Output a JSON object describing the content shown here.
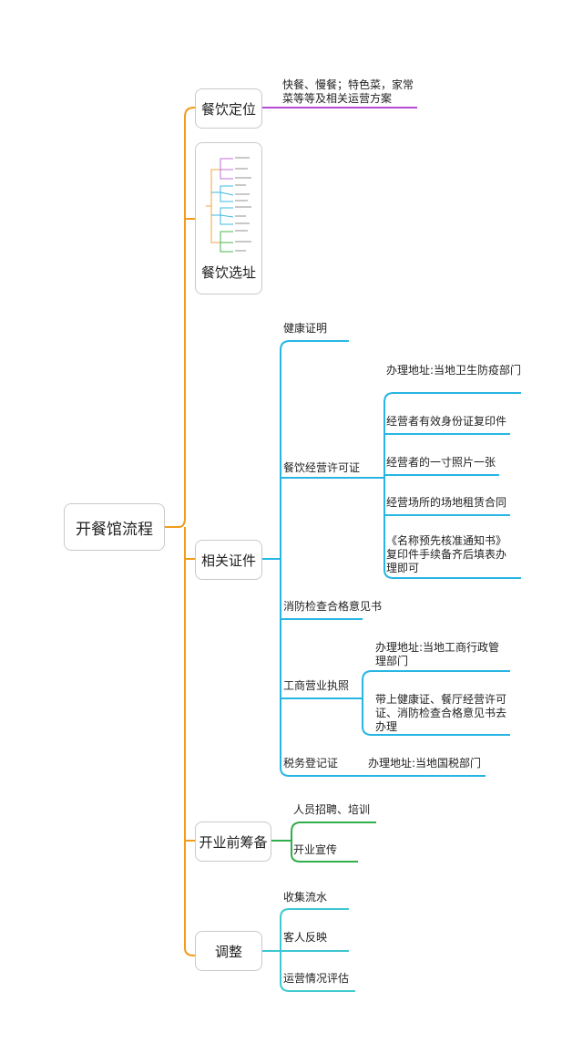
{
  "root": "开餐馆流程",
  "branches": {
    "positioning": {
      "label": "餐饮定位",
      "note_line1": "快餐、慢餐；特色菜，家常",
      "note_line2": "菜等等及相关运营方案",
      "color": "#b54bd6"
    },
    "site": {
      "label": "餐饮选址"
    },
    "licenses": {
      "label": "相关证件",
      "color": "#27b6e4",
      "health": "健康证明",
      "catering": {
        "label": "餐饮经营许可证",
        "items": [
          "办理地址:当地卫生防疫部门",
          "经营者有效身份证复印件",
          "经营者的一寸照片一张",
          "经营场所的场地租赁合同",
          "《名称预先核准通知书》复印件手续备齐后填表办理即可"
        ]
      },
      "fire": "消防检查合格意见书",
      "business": {
        "label": "工商营业执照",
        "items": [
          "办理地址:当地工商行政管理部门",
          "带上健康证、餐厅经营许可证、消防检查合格意见书去办理"
        ]
      },
      "tax": {
        "label": "税务登记证",
        "item": "办理地址:当地国税部门"
      }
    },
    "preparation": {
      "label": "开业前筹备",
      "color": "#2fae4a",
      "items": [
        "人员招聘、培训",
        "开业宣传"
      ]
    },
    "adjust": {
      "label": "调整",
      "color": "#3ec8d2",
      "items": [
        "收集流水",
        "客人反映",
        "运营情况评估"
      ]
    }
  },
  "colors": {
    "trunk": "#f29b1c"
  }
}
